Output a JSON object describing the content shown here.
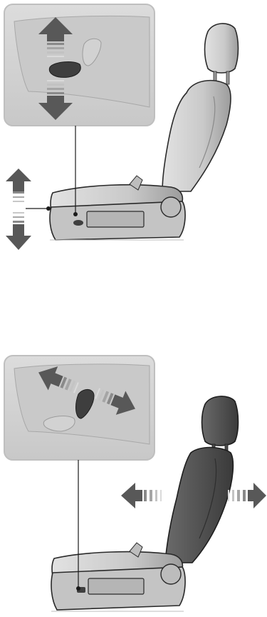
{
  "figures": [
    {
      "id": "seat-height-adjust",
      "control": "seat-height-switch",
      "motion": "up-down",
      "seat_tone": "light"
    },
    {
      "id": "seat-backrest-recline",
      "control": "backrest-recline-switch",
      "motion": "forward-backward",
      "seat_tone": "dark"
    }
  ],
  "colors": {
    "seat_light": "#cfcfcf",
    "seat_mid": "#b3b3b3",
    "seat_dark": "#7a7a7a",
    "seat_highlighted": "#555555",
    "arrow": "#585858",
    "panel_bg": "#d6d6d6",
    "panel_border": "#bfbfbf",
    "outline": "#2a2a2a"
  },
  "icons": [
    "double-arrow-up-down-icon",
    "double-arrow-left-right-icon",
    "callout-leader-line"
  ]
}
